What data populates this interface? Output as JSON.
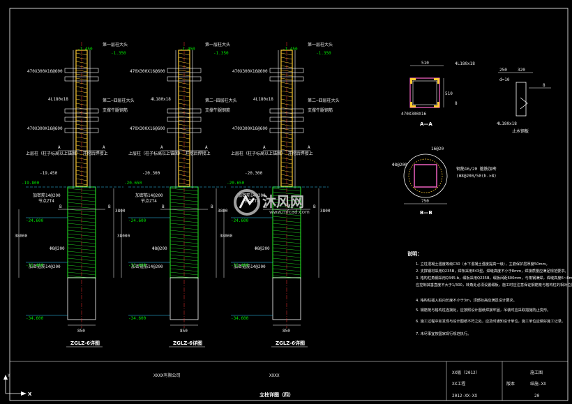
{
  "colors": {
    "background": "#000000",
    "outline": "#ffffff",
    "rebar": "#ffcc33",
    "steel": "#ff66cc",
    "green": "#22cc22",
    "dim": "#33ccff",
    "red": "#ff3333",
    "hatch": "#ffffff"
  },
  "columns": [
    {
      "title": "ZGLZ-6详图",
      "top_el": "-1.450",
      "el1": "-1.350",
      "note_top": "第一层柱大头",
      "note_mid": "第二~四层柱大头",
      "note_anchor": "支撑牛腿钢筋",
      "plate1": "470X300X16@600",
      "angle": "4L180x18",
      "plate2": "470X300X16@600",
      "rebar_note": "上层柱（柱子标高以上锚固）\n开挖后焊接上",
      "el_mid": "-19.450",
      "el_side": "-19.800",
      "el_bot1": "-24.600",
      "el_bot2": "-31.400",
      "el_bot3": "-34.600",
      "spiral": "加密筋14@200",
      "spiral2": "节点ZT4",
      "stirrup": "Φ8@200",
      "stirrup2": "加密箍筋14@200",
      "span1": "3800",
      "span2": "38000",
      "width": "850",
      "label_a": "A",
      "label_b": "B"
    },
    {
      "title": "ZGLZ-6详图",
      "top_el": "-1.450",
      "el1": "-1.350",
      "note_top": "第一层柱大头",
      "note_mid": "第二~四层柱大头",
      "note_anchor": "支撑牛腿钢筋",
      "plate1": "470X300X16@600",
      "angle": "4L180x18",
      "plate2": "470X300X16@600",
      "rebar_note": "上层柱（柱子标高以上锚固）\n开挖后焊接上",
      "el_mid": "-20.300",
      "el_side": "-20.650",
      "el_bot1": "-24.600",
      "el_bot2": "-31.400",
      "el_bot3": "-34.600",
      "spiral": "加密筋14@200",
      "spiral2": "节点ZT4",
      "stirrup": "Φ8@200",
      "stirrup2": "加密箍筋14@200",
      "span1": "3800",
      "span2": "38000",
      "width": "850",
      "label_a": "A",
      "label_b": "B"
    },
    {
      "title": "ZGLZ-6详图",
      "top_el": "-1.450",
      "el1": "-1.350",
      "note_top": "第一层柱大头",
      "note_mid": "第二~四层柱大头",
      "note_anchor": "支撑牛腿钢筋",
      "plate1": "470X300X16@600",
      "angle": "4L180x18",
      "plate2": "470X300X16@600",
      "rebar_note": "上层柱（柱子标高以上锚固）\n开挖后焊接上",
      "el_mid": "-20.300",
      "el_side": "-20.650",
      "el_bot1": "-24.600",
      "el_bot2": "-31.400",
      "el_bot3": "-34.600",
      "spiral": "加密筋14@200",
      "spiral2": "节点ZT4",
      "stirrup": "Φ8@200",
      "stirrup2": "加密箍筋14@200",
      "span1": "3800",
      "span2": "38000",
      "width": "850",
      "label_a": "A",
      "label_b": "B"
    }
  ],
  "section_aa": {
    "title": "A—A",
    "dim_w": "510",
    "dim_h": "510",
    "angle": "4L180x18",
    "plate": "470X300X16",
    "weld": "8"
  },
  "section_bb": {
    "title": "B—B",
    "dim_top": "16@20",
    "dim_side": "Φ8@200",
    "dim_w": "750",
    "note1": "钢筋16/20 箍筋加密",
    "note2": "(Φ8@200/50(h.>8)"
  },
  "angle_detail": {
    "title": "止水钢板",
    "dims": [
      "250",
      "320",
      "d=10",
      "8",
      "4L180x18"
    ]
  },
  "notes": {
    "heading": "说明：",
    "items": [
      "1. 立柱混凝土强度等级C30（水下混凝土强度提高一级），主筋保护层厚度50mm。",
      "2. 支撑钢材采用Q235B，焊条采用E43型，焊缝高度不小于8mm，焊接质量应满足规范要求。",
      "3. 格构柱角钢采用Q345-b，缀板采用Q235B，缀板间距600mm，与角钢满焊，焊缝高度6~8mm，立柱施工时，",
      "   应控制其垂直度不大于1/300，转角处必须设置缀板，施工时应注意保证钢筋笼与格构柱的相对位置准确。",
      "4. 格构柱插入桩内长度不小于3m，顶部标高应满足设计要求。",
      "5. 钢筋笼与格构柱连接处，应按照设计图纸焊接牢固，吊装时应采取措施防止变形。",
      "6. 施工过程中如发现与设计图纸不符之处，应及时通知设计单位，施工单位应做好施工记录。",
      "7. 未尽事宜按国家现行规范执行。"
    ]
  },
  "title_block": {
    "company": "XXXX有限公司",
    "project": "XXXX",
    "drawing": "立柱详图（四）",
    "cell1": "XX板（2012）",
    "cell2": "XX工程",
    "cell3": "版本",
    "cell4": "2012-XX-XX",
    "cell5": "施工图",
    "cell6": "结施-XX",
    "cell7": "20"
  },
  "watermark": {
    "brand": "沐风网",
    "url": "www.mfcad.com"
  },
  "ucs": {
    "x": "X",
    "y": "Y"
  }
}
